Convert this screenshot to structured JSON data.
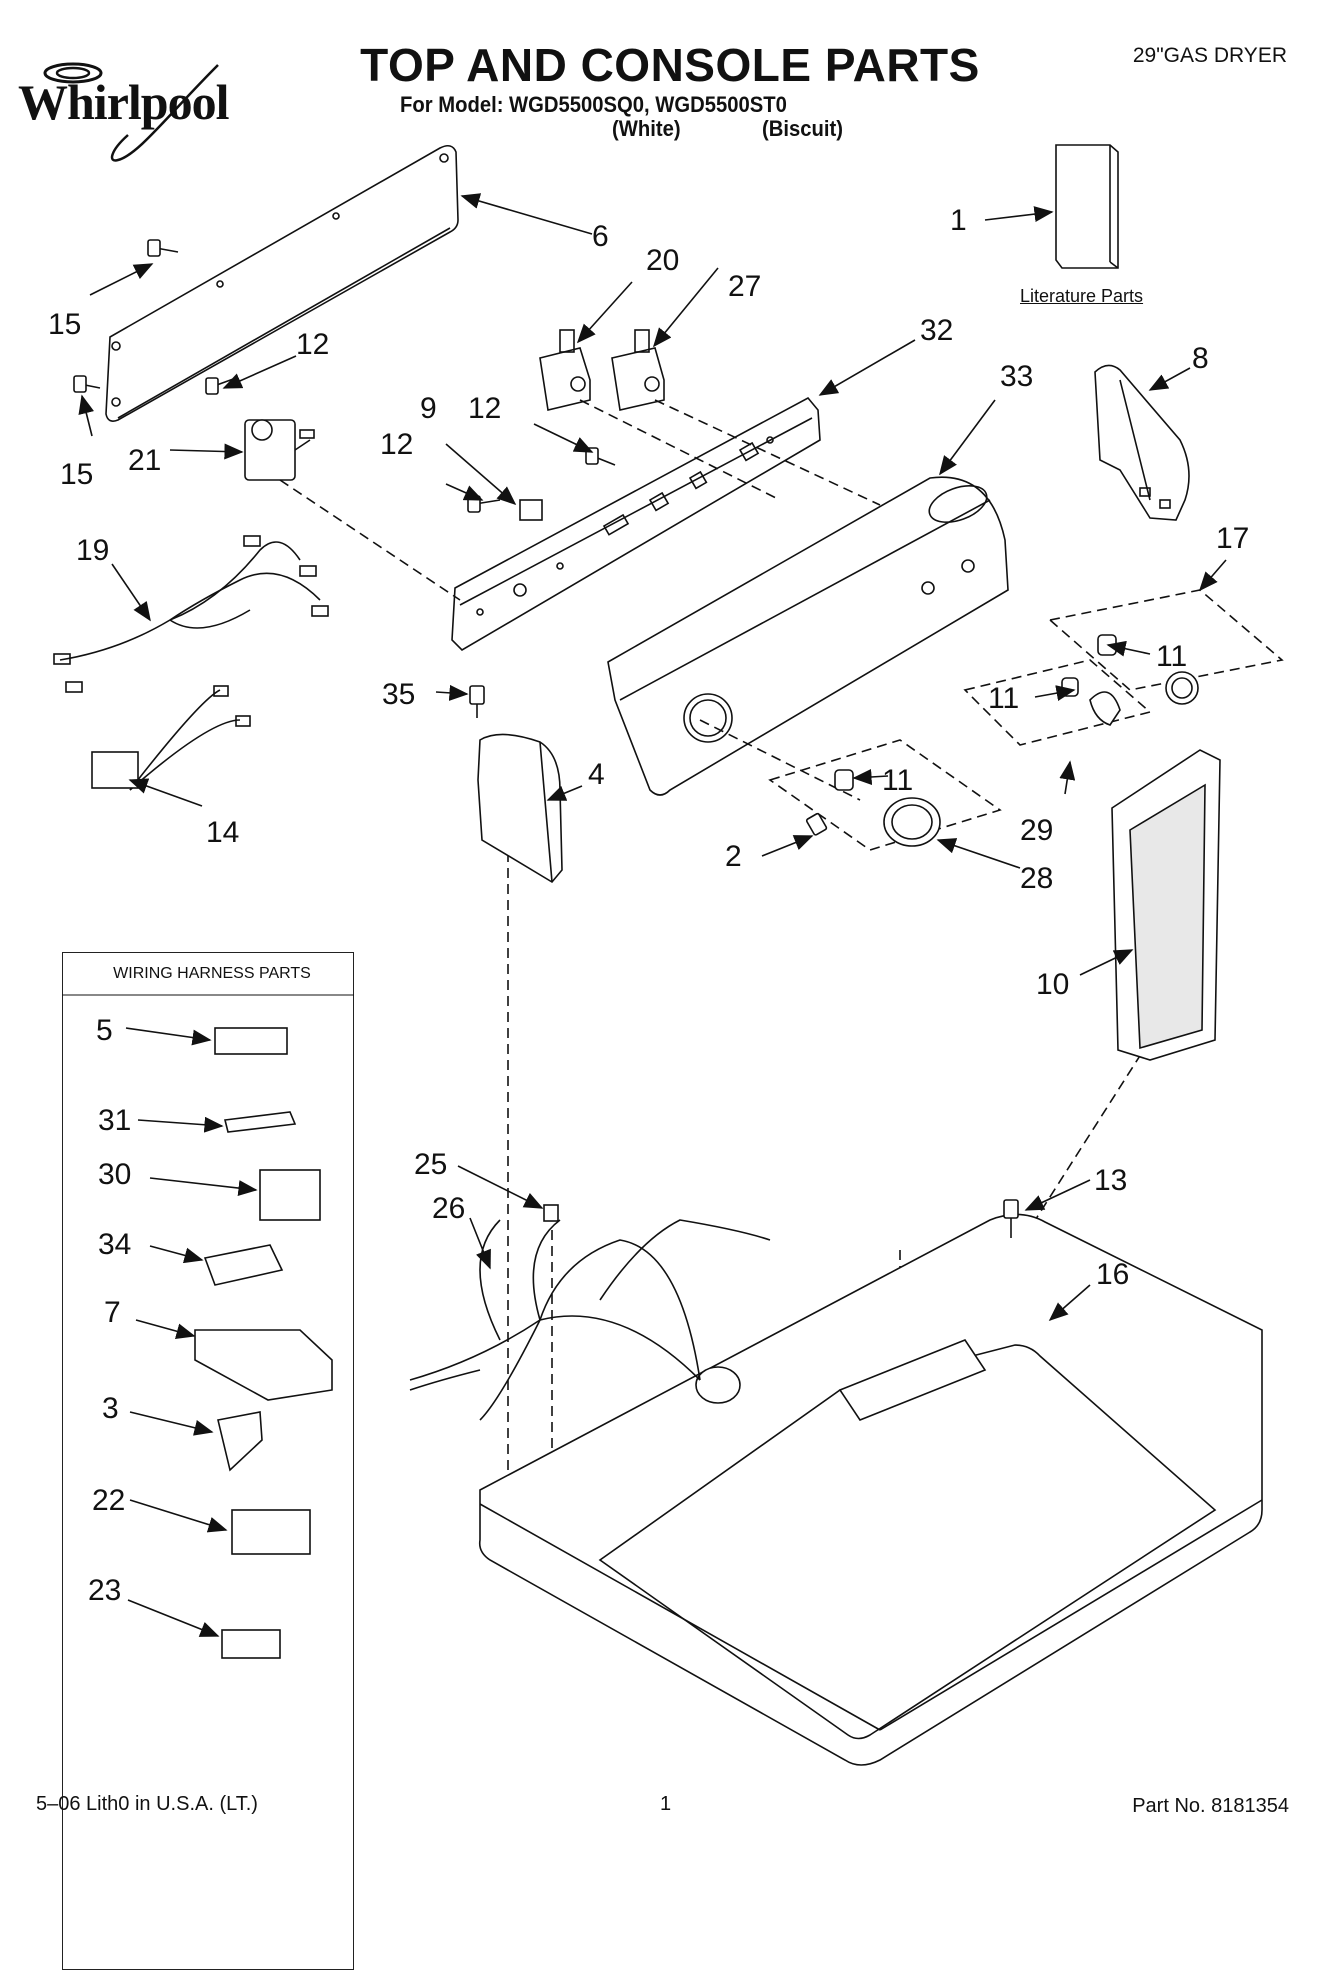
{
  "brand": "Whirlpool",
  "header": {
    "title": "TOP AND CONSOLE PARTS",
    "subtitle": "For Model: WGD5500SQ0, WGD5500ST0",
    "variant_white": "(White)",
    "variant_biscuit": "(Biscuit)",
    "dryer_type": "29\"GAS DRYER"
  },
  "literature_label": "Literature Parts",
  "harness_box_title": "WIRING HARNESS PARTS",
  "callouts": {
    "p1": "1",
    "p2": "2",
    "p3": "3",
    "p4": "4",
    "p5": "5",
    "p6": "6",
    "p7": "7",
    "p8": "8",
    "p9": "9",
    "p10": "10",
    "p11a": "11",
    "p11b": "11",
    "p11c": "11",
    "p12a": "12",
    "p12b": "12",
    "p12c": "12",
    "p13": "13",
    "p14": "14",
    "p15a": "15",
    "p15b": "15",
    "p16": "16",
    "p17": "17",
    "p19": "19",
    "p20": "20",
    "p21": "21",
    "p22": "22",
    "p23": "23",
    "p25": "25",
    "p26": "26",
    "p27": "27",
    "p28": "28",
    "p29": "29",
    "p30": "30",
    "p31": "31",
    "p32": "32",
    "p33": "33",
    "p34": "34",
    "p35": "35"
  },
  "footer": {
    "left": "5–06 Lith0 in U.S.A. (LT.)",
    "page": "1",
    "part_no": "Part No. 8181354"
  }
}
